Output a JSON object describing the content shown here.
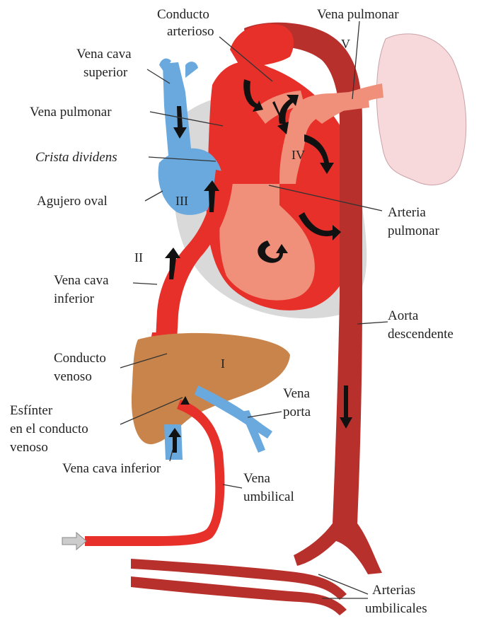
{
  "labels": {
    "conducto_arterioso": [
      "Conducto",
      "arterioso"
    ],
    "vena_pulmonar_top": "Vena pulmonar",
    "vena_cava_superior": [
      "Vena cava",
      "superior"
    ],
    "vena_pulmonar_left": "Vena pulmonar",
    "crista_dividens": "Crista dividens",
    "agujero_oval": "Agujero oval",
    "arteria_pulmonar": [
      "Arteria",
      "pulmonar"
    ],
    "vena_cava_inferior_upper": [
      "Vena cava",
      "inferior"
    ],
    "aorta_descendente": [
      "Aorta",
      "descendente"
    ],
    "conducto_venoso": [
      "Conducto",
      "venoso"
    ],
    "vena_porta": [
      "Vena",
      "porta"
    ],
    "esfinter": [
      "Esfínter",
      "en el conducto",
      "venoso"
    ],
    "vena_cava_inferior_lower": "Vena cava inferior",
    "vena_umbilical": [
      "Vena",
      "umbilical"
    ],
    "arterias_umbilicales": [
      "Arterias",
      "umbilicales"
    ]
  },
  "markers": {
    "I": "I",
    "II": "II",
    "III": "III",
    "IV": "IV",
    "V": "V"
  },
  "colors": {
    "oxygenated": "#e8302a",
    "aorta": "#b8302c",
    "mixed": "#f0907a",
    "venous": "#6aa9de",
    "pericardium": "#d9d9d9",
    "liver": "#c8844a",
    "lung": "#f7d9dc"
  }
}
